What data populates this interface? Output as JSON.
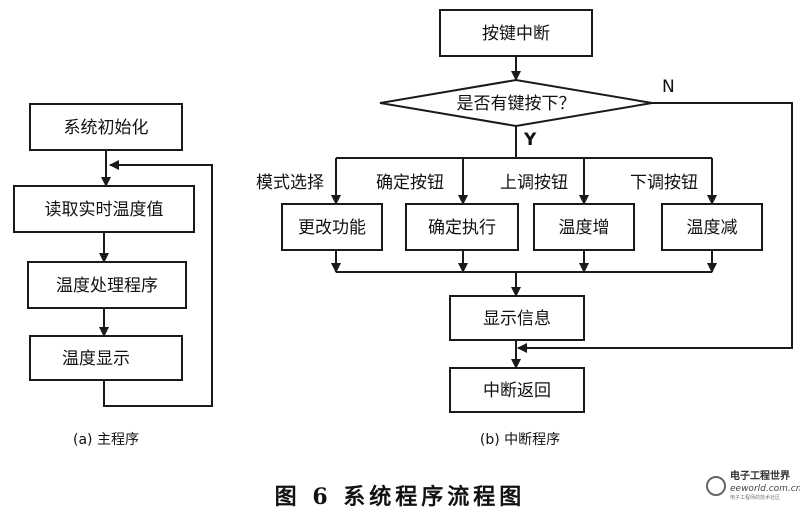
{
  "main_program": {
    "steps": [
      "系统初始化",
      "读取实时温度值",
      "温度处理程序",
      "温度显示"
    ],
    "caption": "(a) 主程序"
  },
  "interrupt_program": {
    "start": "按键中断",
    "decision": "是否有键按下？",
    "yes_label": "Y",
    "no_label": "N",
    "branch_labels": [
      "模式选择",
      "确定按钮",
      "上调按钮",
      "下调按钮"
    ],
    "actions": [
      "更改功能",
      "确定执行",
      "温度增",
      "温度减"
    ],
    "display": "显示信息",
    "return": "中断返回",
    "caption": "(b) 中断程序"
  },
  "figure_caption": "图 6   系统程序流程图",
  "watermark": {
    "line1": "电子工程世界",
    "line2": "eeworld.com.cn",
    "line3": "电子工程师的技术社区"
  }
}
